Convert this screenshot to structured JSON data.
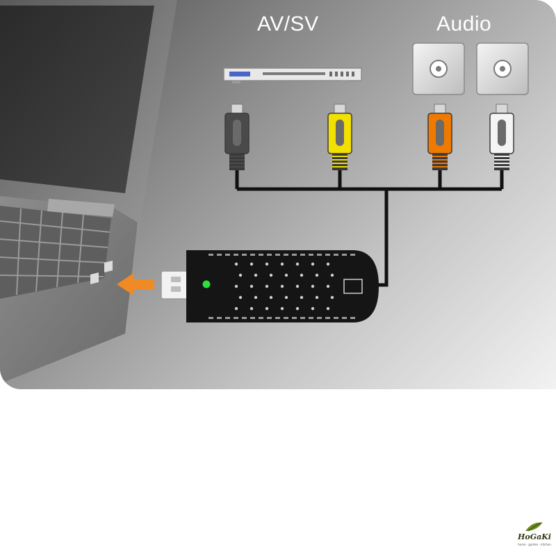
{
  "labels": {
    "av_sv": "AV/SV",
    "audio": "Audio"
  },
  "connectors": [
    {
      "name": "S-Video",
      "color": "#4a4a4a"
    },
    {
      "name": "Video",
      "color": "#f2e000"
    },
    {
      "name": "Audio Left",
      "color": "#f07a00"
    },
    {
      "name": "Audio Right",
      "color": "#f4f4f4"
    }
  ],
  "logo": {
    "name": "HoGaKi",
    "tagline": "home · garden · kitchen"
  },
  "colors": {
    "arrow": "#f08a24",
    "led": "#2ee03a",
    "dongle": "#151515"
  }
}
